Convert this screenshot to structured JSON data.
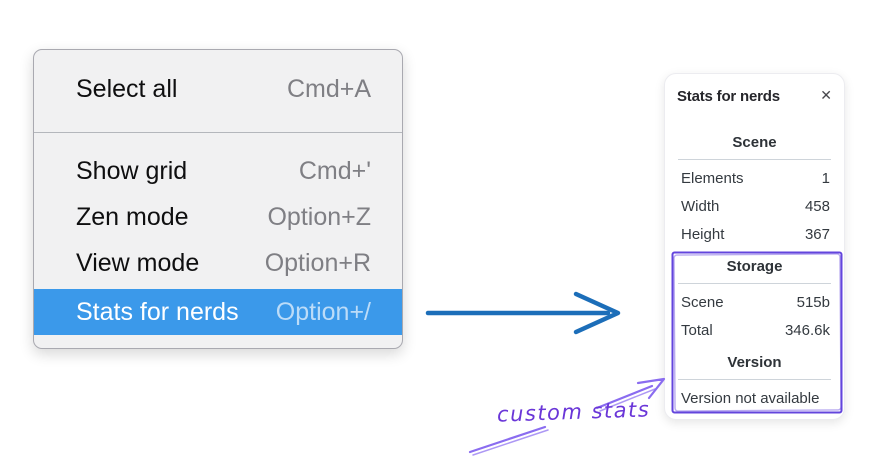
{
  "colors": {
    "menu_bg": "#f1f1f2",
    "menu_border": "#a9a9b0",
    "menu_divider": "#b4b7bc",
    "menu_text": "#0f0f10",
    "menu_shortcut": "#7f7f84",
    "highlight_bg": "#3b99ea",
    "highlight_text": "#ffffff",
    "highlight_shortcut": "#bcdcf8",
    "panel_bg": "#ffffff",
    "panel_text": "#343a40",
    "panel_divider": "#ced4da",
    "flow_arrow": "#1c6eb9",
    "annotation_box": "#6345dd",
    "annotation_arrow": "#8a6cf0",
    "annotation_text": "#6a36d8"
  },
  "context_menu": {
    "items": [
      {
        "label": "Select all",
        "shortcut": "Cmd+A"
      },
      {
        "label": "Show grid",
        "shortcut": "Cmd+'"
      },
      {
        "label": "Zen mode",
        "shortcut": "Option+Z"
      },
      {
        "label": "View mode",
        "shortcut": "Option+R"
      },
      {
        "label": "Stats for nerds",
        "shortcut": "Option+/"
      }
    ]
  },
  "stats_panel": {
    "title": "Stats for nerds",
    "close_icon": "✕",
    "sections": [
      {
        "heading": "Scene",
        "rows": [
          {
            "label": "Elements",
            "value": "1"
          },
          {
            "label": "Width",
            "value": "458"
          },
          {
            "label": "Height",
            "value": "367"
          }
        ]
      },
      {
        "heading": "Storage",
        "rows": [
          {
            "label": "Scene",
            "value": "515b"
          },
          {
            "label": "Total",
            "value": "346.6k"
          }
        ]
      },
      {
        "heading": "Version",
        "note": "Version not available"
      }
    ]
  },
  "annotation": {
    "label": "custom stats"
  }
}
